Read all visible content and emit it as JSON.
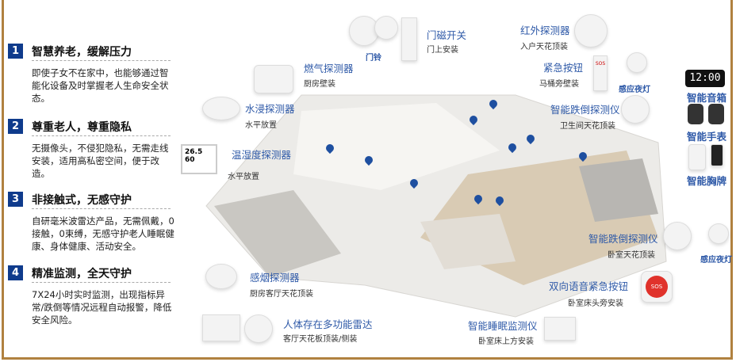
{
  "features": [
    {
      "num": "1",
      "title": "智慧养老，缓解压力",
      "desc": "即使子女不在家中，也能够通过智能化设备及时掌握老人生命安全状态。"
    },
    {
      "num": "2",
      "title": "尊重老人，尊重隐私",
      "desc": "无摄像头，不侵犯隐私，无需走线安装，适用高私密空间，便于改造。"
    },
    {
      "num": "3",
      "title": "非接触式，无感守护",
      "desc": "自研毫米波雷达产品，无需佩戴，0接触，0束缚，无感守护老人睡眠健康、身体健康、活动安全。"
    },
    {
      "num": "4",
      "title": "精准监测，全天守护",
      "desc": "7X24小时实时监测，出现指标异常/跌倒等情况远程自动报警，降低安全风险。"
    }
  ],
  "devices": {
    "doorbell": "门铃",
    "door_sensor": {
      "name": "门磁开关",
      "mount": "门上安装"
    },
    "infrared": {
      "name": "红外探测器",
      "mount": "入户天花顶装"
    },
    "gas": {
      "name": "燃气探测器",
      "mount": "厨房壁装"
    },
    "emergency": {
      "name": "紧急按钮",
      "mount": "马桶旁壁装",
      "btn": "SOS"
    },
    "night_light_1": "感应夜灯",
    "water": {
      "name": "水浸探测器",
      "mount": "水平放置"
    },
    "fall_bath": {
      "name": "智能跌倒探测仪",
      "mount": "卫生间天花顶装"
    },
    "speaker": {
      "name": "智能音箱",
      "clock": "12:00"
    },
    "watch": "智能手表",
    "badge": "智能胸牌",
    "temp": {
      "name": "温湿度探测器",
      "mount": "水平放置",
      "temp": "26.5",
      "hum": "60"
    },
    "fall_bed": {
      "name": "智能跌倒探测仪",
      "mount": "卧室天花顶装"
    },
    "night_light_2": "感应夜灯",
    "smoke": {
      "name": "感烟探测器",
      "mount": "厨房客厅天花顶装"
    },
    "sos2": {
      "name": "双向语音紧急按钮",
      "mount": "卧室床头旁安装",
      "btn": "SOS"
    },
    "radar": {
      "name": "人体存在多功能雷达",
      "mount": "客厅天花板顶装/侧装"
    },
    "sleep": {
      "name": "智能睡眠监测仪",
      "mount": "卧室床上方安装"
    }
  }
}
